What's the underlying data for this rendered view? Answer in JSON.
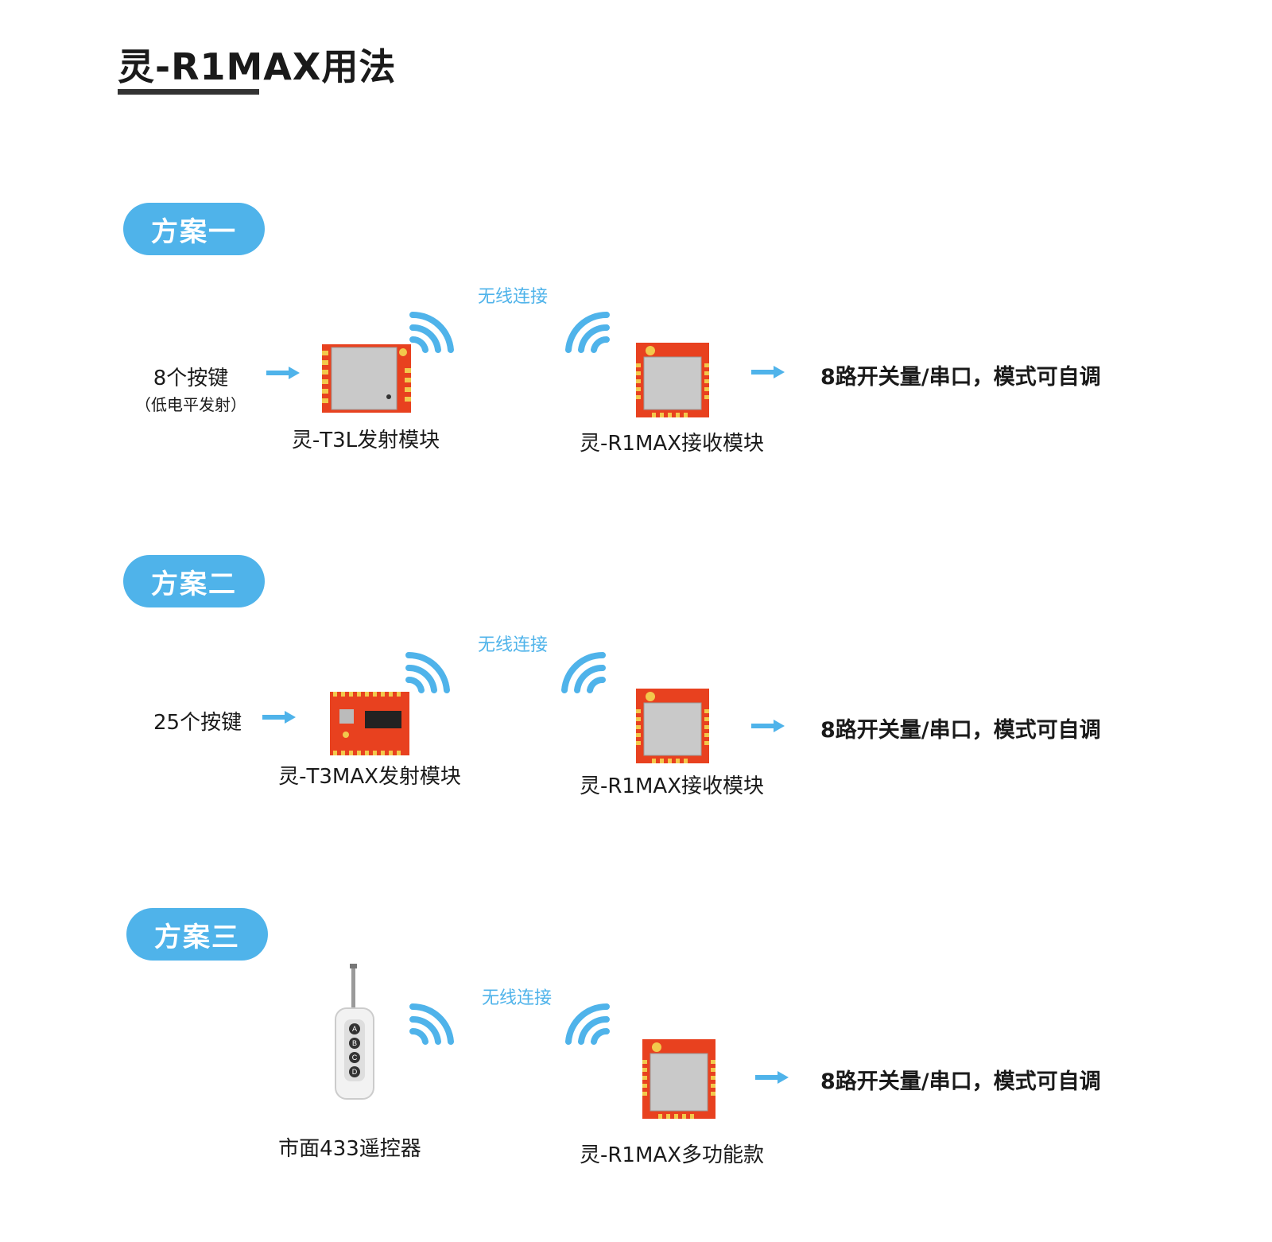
{
  "page": {
    "title": "灵-R1MAX用法"
  },
  "colors": {
    "accent": "#4fb3ea",
    "module_red": "#e8411f",
    "module_body": "#c9c9c9",
    "text": "#1a1a1a"
  },
  "icons": {
    "arrow": "right-arrow-icon",
    "signal": "wifi-signal-icon"
  },
  "sections": [
    {
      "badge": "方案一",
      "input": "8个按键",
      "input_sub": "（低电平发射）",
      "transmitter": "灵-T3L发射模块",
      "wireless": "无线连接",
      "receiver": "灵-R1MAX接收模块",
      "output": "8路开关量/串口，模式可自调"
    },
    {
      "badge": "方案二",
      "input": "25个按键",
      "input_sub": "",
      "transmitter": "灵-T3MAX发射模块",
      "wireless": "无线连接",
      "receiver": "灵-R1MAX接收模块",
      "output": "8路开关量/串口，模式可自调"
    },
    {
      "badge": "方案三",
      "input": "",
      "input_sub": "",
      "transmitter": "市面433遥控器",
      "wireless": "无线连接",
      "receiver": "灵-R1MAX多功能款",
      "output": "8路开关量/串口，模式可自调",
      "remote_buttons": [
        "A",
        "B",
        "C",
        "D"
      ]
    }
  ]
}
